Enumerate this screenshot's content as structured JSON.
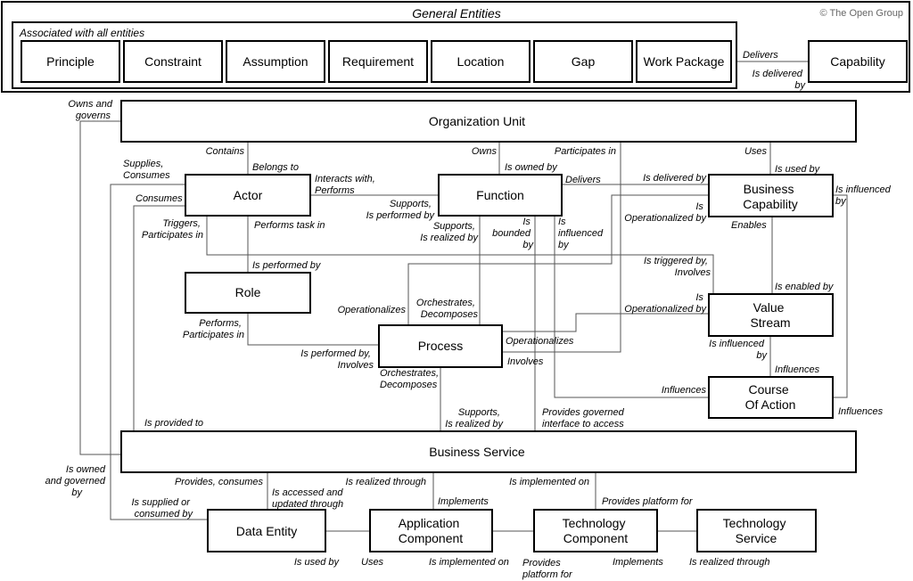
{
  "copyright": "© The Open Group",
  "general": {
    "title": "General Entities",
    "subtitle": "Associated with all entities",
    "items": [
      "Principle",
      "Constraint",
      "Assumption",
      "Requirement",
      "Location",
      "Gap",
      "Work Package"
    ]
  },
  "entities": {
    "capability": "Capability",
    "org_unit": "Organization Unit",
    "actor": "Actor",
    "function": "Function",
    "business_capability": [
      "Business",
      "Capability"
    ],
    "role": "Role",
    "value_stream": [
      "Value",
      "Stream"
    ],
    "process": "Process",
    "course_of_action": [
      "Course",
      "Of Action"
    ],
    "business_service": "Business Service",
    "data_entity": "Data Entity",
    "application_component": [
      "Application",
      "Component"
    ],
    "technology_component": [
      "Technology",
      "Component"
    ],
    "technology_service": [
      "Technology",
      "Service"
    ]
  },
  "relations": {
    "delivers_cap": "Delivers",
    "is_delivered_by_cap": [
      "Is delivered",
      "by"
    ],
    "owns_and_governs": [
      "Owns and",
      "governs"
    ],
    "supplies_consumes": [
      "Supplies,",
      "Consumes"
    ],
    "consumes": "Consumes",
    "triggers": [
      "Triggers,",
      "Participates in"
    ],
    "contains": "Contains",
    "belongs_to": "Belongs to",
    "interacts_with": [
      "Interacts with,",
      "Performs"
    ],
    "performs_task_in": "Performs task in",
    "is_performed_by": "Is performed by",
    "performs_participates": [
      "Performs,",
      "Participates in"
    ],
    "supports_performed": [
      "Supports,",
      "Is performed by"
    ],
    "supports_realized_fn": [
      "Supports,",
      "Is realized by"
    ],
    "owns": "Owns",
    "is_owned_by": "Is owned by",
    "participates_in": "Participates in",
    "is_bounded_by": [
      "Is",
      "bounded",
      "by"
    ],
    "is_influenced_by_fn": [
      "Is",
      "influenced",
      "by"
    ],
    "delivers_bc": "Delivers",
    "is_delivered_by_bc": "Is delivered by",
    "is_operationalized_bc": [
      "Is",
      "Operationalized by"
    ],
    "uses": "Uses",
    "is_used_by": "Is used by",
    "is_influenced_by_bc": [
      "Is influenced",
      "by"
    ],
    "enables": "Enables",
    "is_triggered_by": [
      "Is triggered by,",
      "Involves"
    ],
    "is_enabled_by": "Is enabled by",
    "is_operationalized_vs": [
      "Is",
      "Operationalized by"
    ],
    "operationalizes_left": "Operationalizes",
    "orchestrates_top": [
      "Orchestrates,",
      "Decomposes"
    ],
    "is_performed_involves": [
      "Is performed by,",
      "Involves"
    ],
    "operationalizes_right": "Operationalizes",
    "involves": "Involves",
    "orchestrates_bottom": [
      "Orchestrates,",
      "Decomposes"
    ],
    "is_influenced_by_vs": [
      "Is influenced",
      "by"
    ],
    "influences_top": "Influences",
    "influences_left": "Influences",
    "influences_right": "Influences",
    "supports_realized_bs": [
      "Supports,",
      "Is realized by"
    ],
    "provides_governed": [
      "Provides governed",
      "interface to access"
    ],
    "is_provided_to": "Is provided to",
    "is_owned_governed": [
      "Is owned",
      "and governed",
      "by"
    ],
    "provides_consumes": "Provides, consumes",
    "is_accessed_updated": [
      "Is accessed and",
      "updated through"
    ],
    "is_realized_through_ac": "Is realized through",
    "implements_ac": "Implements",
    "is_implemented_on_top": "Is implemented on",
    "provides_platform_top": "Provides platform for",
    "is_supplied_consumed": [
      "Is supplied or",
      "consumed by"
    ],
    "is_used_by_de": "Is used by",
    "uses_ac": "Uses",
    "is_implemented_on_bottom": "Is implemented on",
    "provides_platform_bottom": [
      "Provides",
      "platform for"
    ],
    "implements_tc": "Implements",
    "is_realized_through_ts": "Is realized through"
  }
}
